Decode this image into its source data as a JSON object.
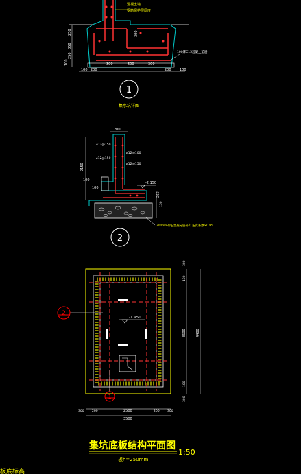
{
  "colors": {
    "background": "#000000",
    "wall": "#ff3333",
    "rebar": "#ff3333",
    "outline": "#ffffff",
    "concrete": "#00cccc",
    "slab": "#ffff00",
    "dimension": "#ffffff",
    "label": "#ffff00",
    "axis_bubble": "#ff0000"
  },
  "detail1": {
    "notes": [
      "混凝土墙",
      "钢筋保护层厚度",
      "100厚C15混凝土垫层"
    ],
    "dim_left": [
      "100",
      "250",
      "350",
      "250"
    ],
    "dim_right": [
      "300"
    ],
    "dim_bottom": [
      "100",
      "200",
      "300",
      "500",
      "300",
      "200",
      "100"
    ],
    "callout_number": "1",
    "callout_caption": "集水坑详图"
  },
  "detail2": {
    "dim_top": "200",
    "rebar_labels": [
      "⌀12@150",
      "⌀12@100",
      "⌀12@150",
      "⌀12@150"
    ],
    "dim_left": [
      "2150",
      "100",
      "100"
    ],
    "elevation": "-2.150",
    "dim_right": [
      "250",
      "150"
    ],
    "soil_note": "300mm砂石垫层分层夯实 压实系数≥0.95",
    "callout_number": "2"
  },
  "plan": {
    "elevation": "-1.950",
    "dim_right_outer": "4400",
    "dim_right_inner": "3600",
    "dim_right_small": [
      "300",
      "100",
      "100",
      "300"
    ],
    "dim_bottom_outer": "3500",
    "dim_bottom_inner": "2500",
    "dim_bottom_small": [
      "300",
      "200",
      "200",
      "300"
    ],
    "axis_left": "2",
    "axis_bottom": "1",
    "title": "集坑底板结构平面图",
    "scale": "1:50",
    "subtitle": "板h=250mm",
    "corner_note": "板底标高"
  }
}
